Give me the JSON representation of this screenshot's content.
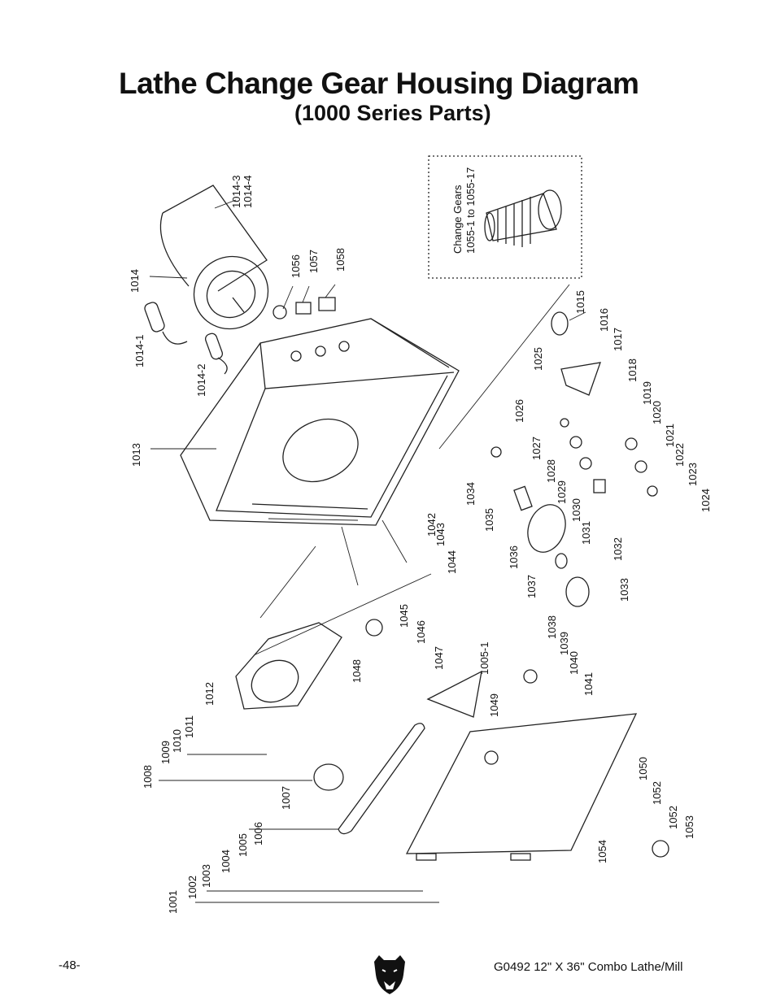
{
  "title": "Lathe Change Gear Housing Diagram",
  "subtitle": "(1000 Series Parts)",
  "inset_label_line1": "Change Gears",
  "inset_label_line2": "1055-1 to 1055-17",
  "footer": {
    "page_number": "-48-",
    "model": "G0492 12\" X 36\" Combo Lathe/Mill"
  },
  "logo_icon": "grizzly-bear-logo-icon",
  "part_labels": [
    "1001",
    "1002",
    "1003",
    "1004",
    "1005",
    "1006",
    "1007",
    "1008",
    "1009",
    "1010",
    "1011",
    "1012",
    "1013",
    "1014",
    "1014-1",
    "1014-2",
    "1014-3",
    "1014-4",
    "1015",
    "1016",
    "1017",
    "1018",
    "1019",
    "1020",
    "1021",
    "1022",
    "1023",
    "1024",
    "1025",
    "1026",
    "1027",
    "1028",
    "1029",
    "1030",
    "1031",
    "1032",
    "1033",
    "1034",
    "1035",
    "1036",
    "1037",
    "1038",
    "1039",
    "1040",
    "1041",
    "1042",
    "1043",
    "1044",
    "1045",
    "1046",
    "1047",
    "1048",
    "1049",
    "1005-1",
    "1050",
    "1052",
    "1052",
    "1053",
    "1054",
    "1056",
    "1057",
    "1058"
  ]
}
